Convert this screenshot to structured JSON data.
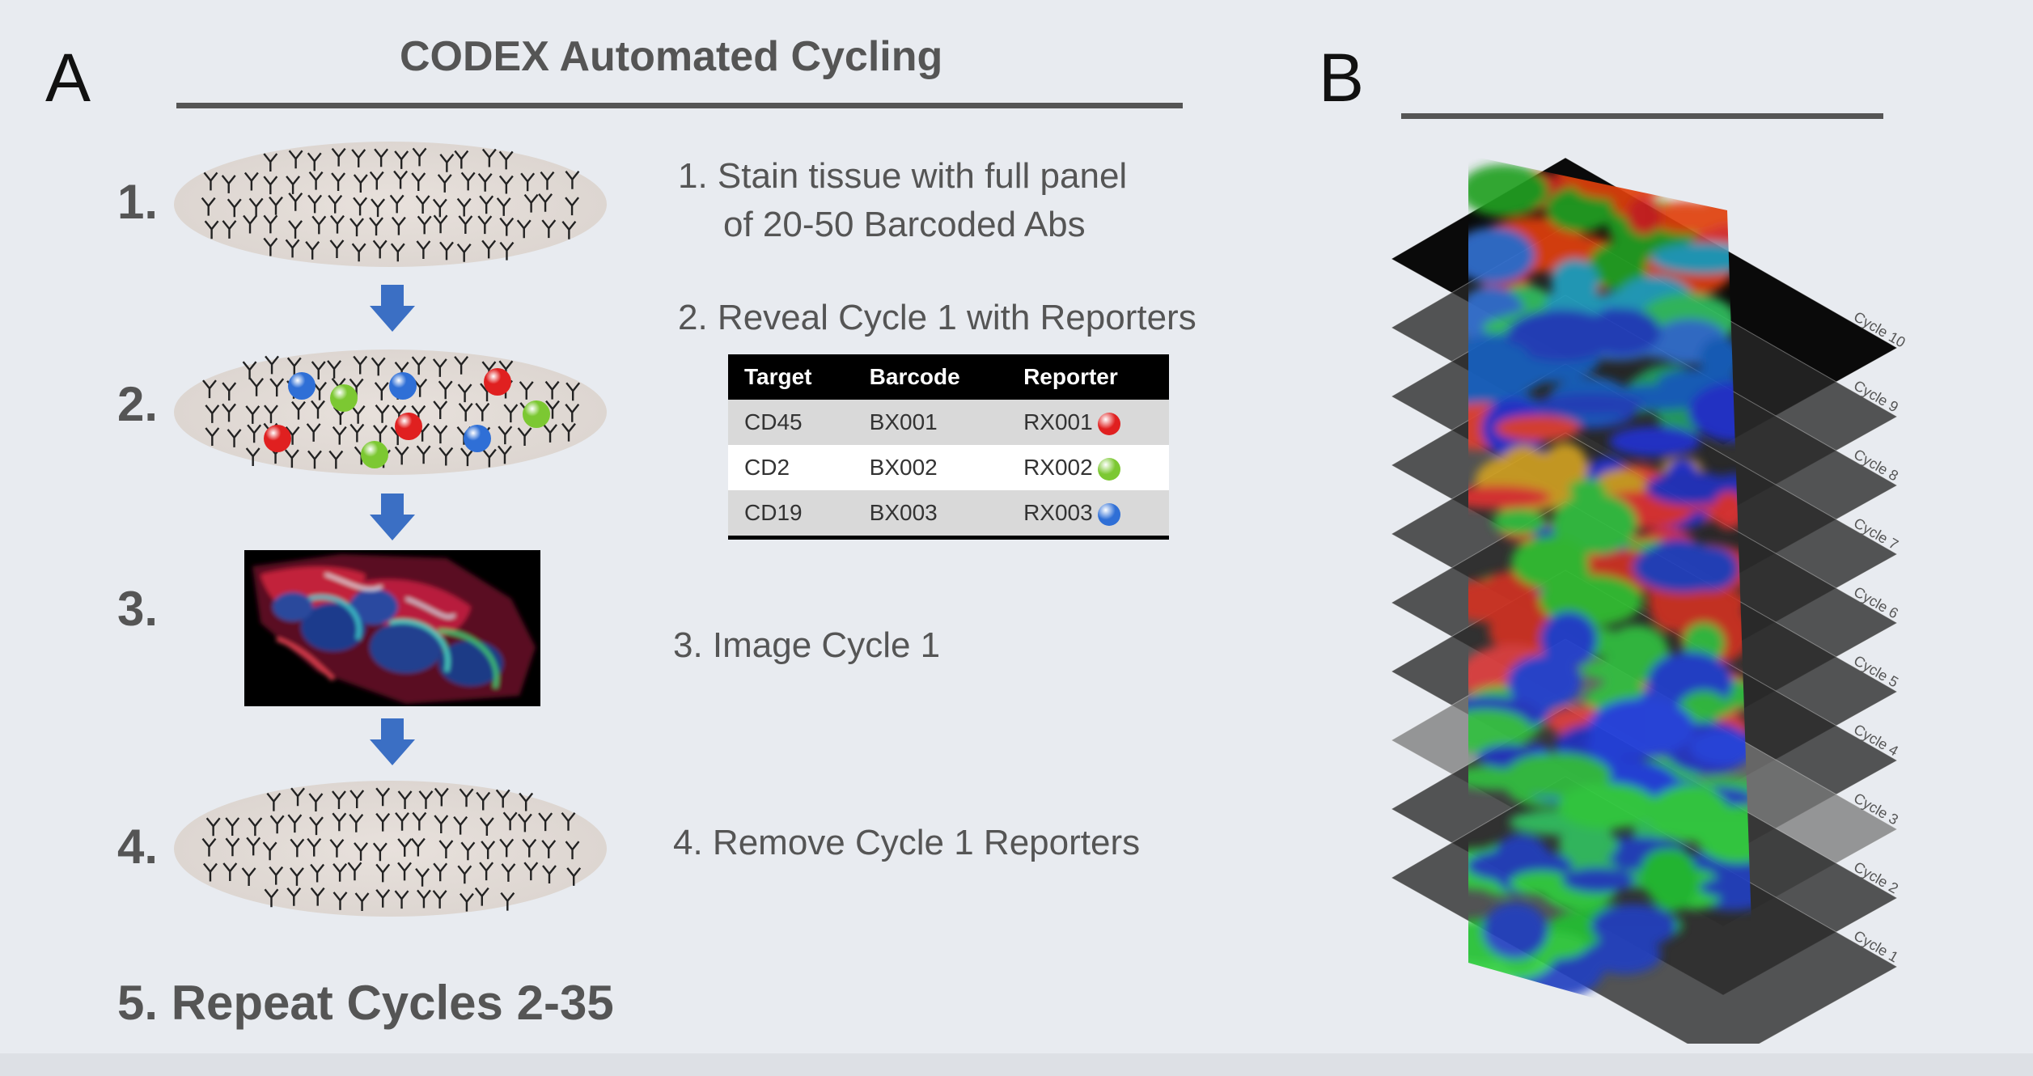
{
  "panel_a": {
    "letter": "A",
    "title": "CODEX Automated Cycling",
    "step_numbers": [
      "1.",
      "2.",
      "3.",
      "4."
    ],
    "step5": "5.  Repeat Cycles 2-35",
    "steps": [
      {
        "line1": "1.  Stain tissue with full panel",
        "line2": "of 20-50 Barcoded Abs"
      },
      {
        "line1": "2.  Reveal Cycle 1 with Reporters"
      },
      {
        "line1": "3.  Image Cycle 1"
      },
      {
        "line1": "4.  Remove Cycle 1 Reporters"
      }
    ],
    "table": {
      "headers": [
        "Target",
        "Barcode",
        "Reporter"
      ],
      "rows": [
        {
          "target": "CD45",
          "barcode": "BX001",
          "reporter": "RX001",
          "color": "#e02020"
        },
        {
          "target": "CD2",
          "barcode": "BX002",
          "reporter": "RX002",
          "color": "#7cc832"
        },
        {
          "target": "CD19",
          "barcode": "BX003",
          "reporter": "RX003",
          "color": "#2f6fd6"
        }
      ]
    },
    "colors": {
      "arrow": "#3b6fc4",
      "text": "#555555"
    }
  },
  "panel_b": {
    "letter": "B",
    "cycle_labels": [
      "Cycle 10",
      "Cycle 9",
      "Cycle 8",
      "Cycle 7",
      "Cycle 6",
      "Cycle 5",
      "Cycle 4",
      "Cycle 3",
      "Cycle 2",
      "Cycle 1"
    ]
  }
}
